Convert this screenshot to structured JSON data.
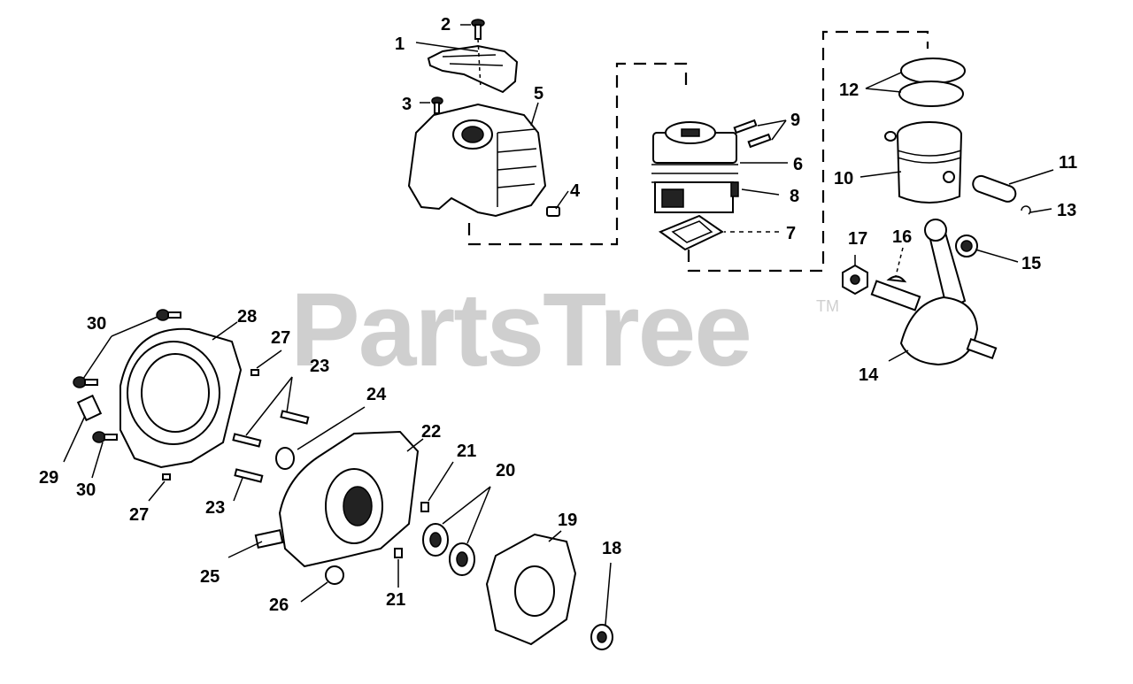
{
  "watermark": {
    "text": "PartsTree",
    "trademark": "TM"
  },
  "callouts": [
    "1",
    "2",
    "3",
    "4",
    "5",
    "6",
    "7",
    "8",
    "9",
    "10",
    "11",
    "12",
    "13",
    "14",
    "15",
    "16",
    "17",
    "18",
    "19",
    "20",
    "21",
    "21",
    "22",
    "23",
    "23",
    "24",
    "25",
    "26",
    "27",
    "27",
    "28",
    "29",
    "30",
    "30"
  ]
}
